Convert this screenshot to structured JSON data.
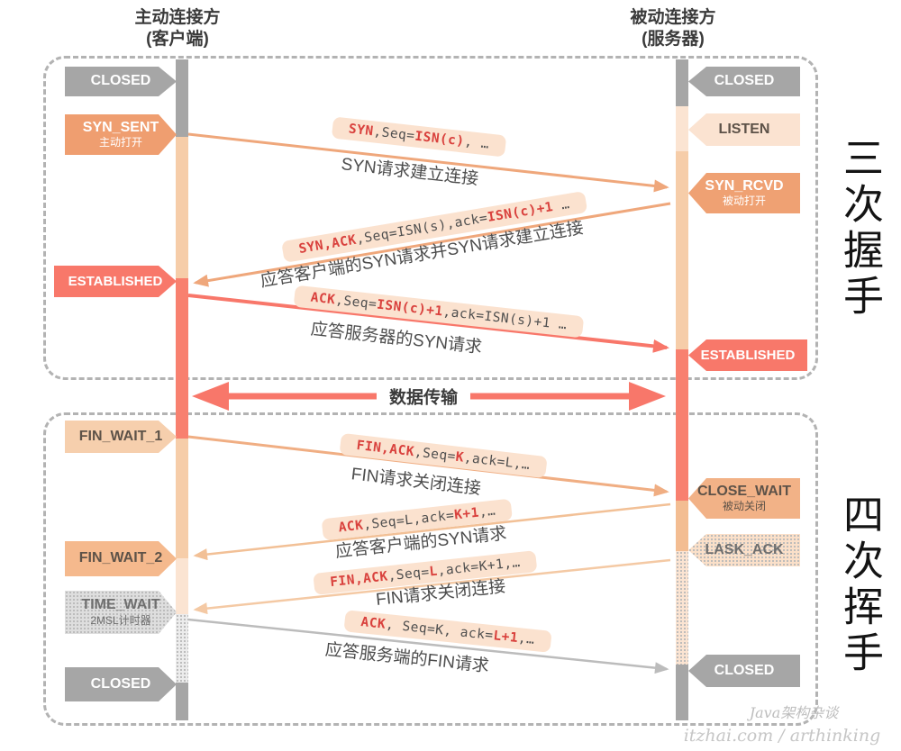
{
  "headers": {
    "left_role": "主动连接方",
    "left_sub": "(客户端)",
    "right_role": "被动连接方",
    "right_sub": "(服务器)"
  },
  "sections": {
    "top_label": "三次握手",
    "bottom_label": "四次挥手"
  },
  "states": {
    "left": [
      {
        "label": "CLOSED",
        "sublabel": ""
      },
      {
        "label": "SYN_SENT",
        "sublabel": "主动打开"
      },
      {
        "label": "ESTABLISHED",
        "sublabel": ""
      },
      {
        "label": "FIN_WAIT_1",
        "sublabel": ""
      },
      {
        "label": "FIN_WAIT_2",
        "sublabel": ""
      },
      {
        "label": "TIME_WAIT",
        "sublabel": "2MSL计时器"
      },
      {
        "label": "CLOSED",
        "sublabel": ""
      }
    ],
    "right": [
      {
        "label": "CLOSED",
        "sublabel": ""
      },
      {
        "label": "LISTEN",
        "sublabel": ""
      },
      {
        "label": "SYN_RCVD",
        "sublabel": "被动打开"
      },
      {
        "label": "ESTABLISHED",
        "sublabel": ""
      },
      {
        "label": "CLOSE_WAIT",
        "sublabel": "被动关闭"
      },
      {
        "label": "LASK_ACK",
        "sublabel": ""
      },
      {
        "label": "CLOSED",
        "sublabel": ""
      }
    ]
  },
  "messages": [
    {
      "parts": [
        {
          "t": "SYN",
          "c": "red"
        },
        {
          "t": ",Seq=",
          "c": "dark"
        },
        {
          "t": "ISN(c)",
          "c": "red"
        },
        {
          "t": ", …",
          "c": "dark"
        }
      ],
      "desc": "SYN请求建立连接"
    },
    {
      "parts": [
        {
          "t": "SYN,ACK",
          "c": "red"
        },
        {
          "t": ",Seq=ISN(s),ack=",
          "c": "dark"
        },
        {
          "t": "ISN(c)+1",
          "c": "red"
        },
        {
          "t": " …",
          "c": "dark"
        }
      ],
      "desc": "应答客户端的SYN请求并SYN请求建立连接"
    },
    {
      "parts": [
        {
          "t": "ACK",
          "c": "red"
        },
        {
          "t": ",Seq=",
          "c": "dark"
        },
        {
          "t": "ISN(c)+1",
          "c": "red"
        },
        {
          "t": ",ack=ISN(s)+1 …",
          "c": "dark"
        }
      ],
      "desc": "应答服务器的SYN请求"
    },
    {
      "parts": [
        {
          "t": "FIN,ACK",
          "c": "red"
        },
        {
          "t": ",Seq=",
          "c": "dark"
        },
        {
          "t": "K",
          "c": "red"
        },
        {
          "t": ",ack=L,…",
          "c": "dark"
        }
      ],
      "desc": "FIN请求关闭连接"
    },
    {
      "parts": [
        {
          "t": "ACK",
          "c": "red"
        },
        {
          "t": ",Seq=L,ack=",
          "c": "dark"
        },
        {
          "t": "K+1",
          "c": "red"
        },
        {
          "t": ",…",
          "c": "dark"
        }
      ],
      "desc": "应答客户端的SYN请求"
    },
    {
      "parts": [
        {
          "t": "FIN,ACK",
          "c": "red"
        },
        {
          "t": ",Seq=",
          "c": "dark"
        },
        {
          "t": "L",
          "c": "red"
        },
        {
          "t": ",ack=K+1,…",
          "c": "dark"
        }
      ],
      "desc": "FIN请求关闭连接"
    },
    {
      "parts": [
        {
          "t": "ACK",
          "c": "red"
        },
        {
          "t": ", Seq=K, ack=",
          "c": "dark"
        },
        {
          "t": "L+1",
          "c": "red"
        },
        {
          "t": ",…",
          "c": "dark"
        }
      ],
      "desc": "应答服务端的FIN请求"
    }
  ],
  "data_transfer": {
    "label": "数据传输"
  },
  "watermark": {
    "line1": "Java架构杂谈",
    "line2": "itzhai.com / arthinking"
  },
  "colors": {
    "gray": "#a6a6a6",
    "orange": "#ef9e70",
    "salmon": "#f8786a",
    "peach": "#f6cda9",
    "peach_light": "#fbe3d1",
    "peach_mid": "#f2b287",
    "code_red": "#d9413d",
    "code_dark": "#4f4f4f",
    "message_badge_bg": "#fbe2cf",
    "dashed_border": "#b3b3b3"
  }
}
